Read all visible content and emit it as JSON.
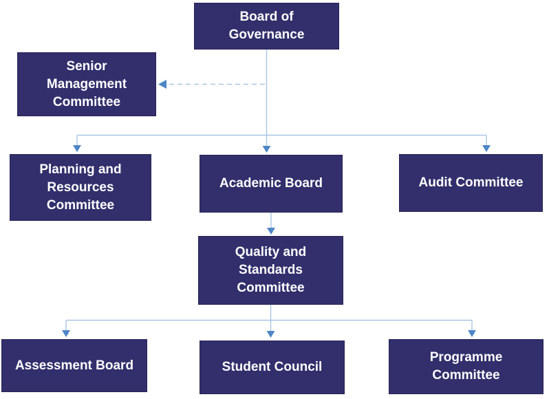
{
  "diagram": {
    "type": "org-chart",
    "colors": {
      "box_fill": "#322f6c",
      "box_border": "#262253",
      "box_text": "#ffffff",
      "connector": "#a9c4e1",
      "arrowhead": "#4e86c6"
    },
    "nodes": [
      {
        "id": "board-of-governance",
        "label": "Board of Governance",
        "lines": [
          "Board of",
          "Governance"
        ]
      },
      {
        "id": "senior-management-committee",
        "label": "Senior Management Committee",
        "lines": [
          "Senior",
          "Management",
          "Committee"
        ]
      },
      {
        "id": "planning-and-resources-committee",
        "label": "Planning and Resources Committee",
        "lines": [
          "Planning and",
          "Resources",
          "Committee"
        ]
      },
      {
        "id": "academic-board",
        "label": "Academic Board",
        "lines": [
          "Academic Board"
        ]
      },
      {
        "id": "audit-committee",
        "label": "Audit Committee",
        "lines": [
          "Audit Committee"
        ]
      },
      {
        "id": "quality-and-standards-committee",
        "label": "Quality and Standards Committee",
        "lines": [
          "Quality and",
          "Standards",
          "Committee"
        ]
      },
      {
        "id": "assessment-board",
        "label": "Assessment Board",
        "lines": [
          "Assessment Board"
        ]
      },
      {
        "id": "student-council",
        "label": "Student Council",
        "lines": [
          "Student Council"
        ]
      },
      {
        "id": "programme-committee",
        "label": "Programme Committee",
        "lines": [
          "Programme",
          "Committee"
        ]
      }
    ],
    "edges": [
      {
        "from": "board-of-governance",
        "to": "senior-management-committee",
        "style": "dashed"
      },
      {
        "from": "board-of-governance",
        "to": "planning-and-resources-committee",
        "style": "solid"
      },
      {
        "from": "board-of-governance",
        "to": "academic-board",
        "style": "solid"
      },
      {
        "from": "board-of-governance",
        "to": "audit-committee",
        "style": "solid"
      },
      {
        "from": "academic-board",
        "to": "quality-and-standards-committee",
        "style": "solid"
      },
      {
        "from": "quality-and-standards-committee",
        "to": "assessment-board",
        "style": "solid"
      },
      {
        "from": "quality-and-standards-committee",
        "to": "student-council",
        "style": "solid"
      },
      {
        "from": "quality-and-standards-committee",
        "to": "programme-committee",
        "style": "solid"
      }
    ]
  }
}
